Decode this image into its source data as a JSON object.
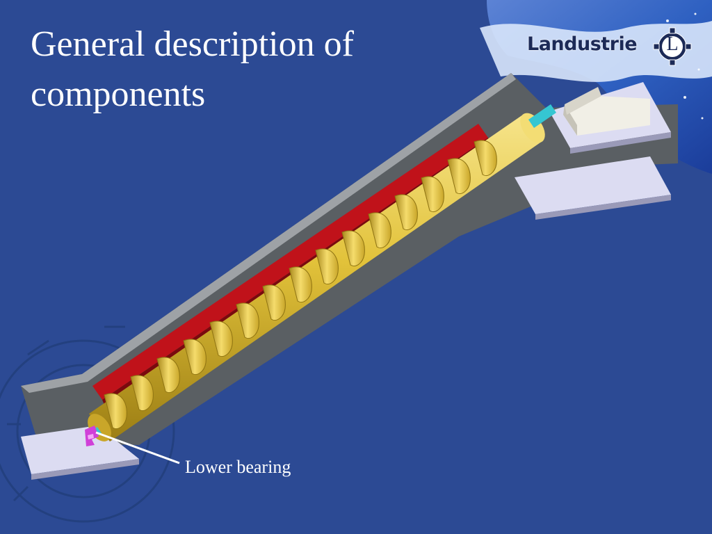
{
  "slide": {
    "title": "General description of components",
    "brand": "Landustrie",
    "brand_mark": "L"
  },
  "callouts": {
    "lower_bearing": "Lower bearing"
  },
  "colors": {
    "background": "#2c4a94",
    "screw_yellow": "#e2c23a",
    "trough_red": "#c0121a",
    "bearing_magenta": "#d040d8",
    "shaft_cyan": "#35c6d2",
    "concrete_grey": "#5a5f63",
    "platform_lavender": "#dcdcf2"
  }
}
